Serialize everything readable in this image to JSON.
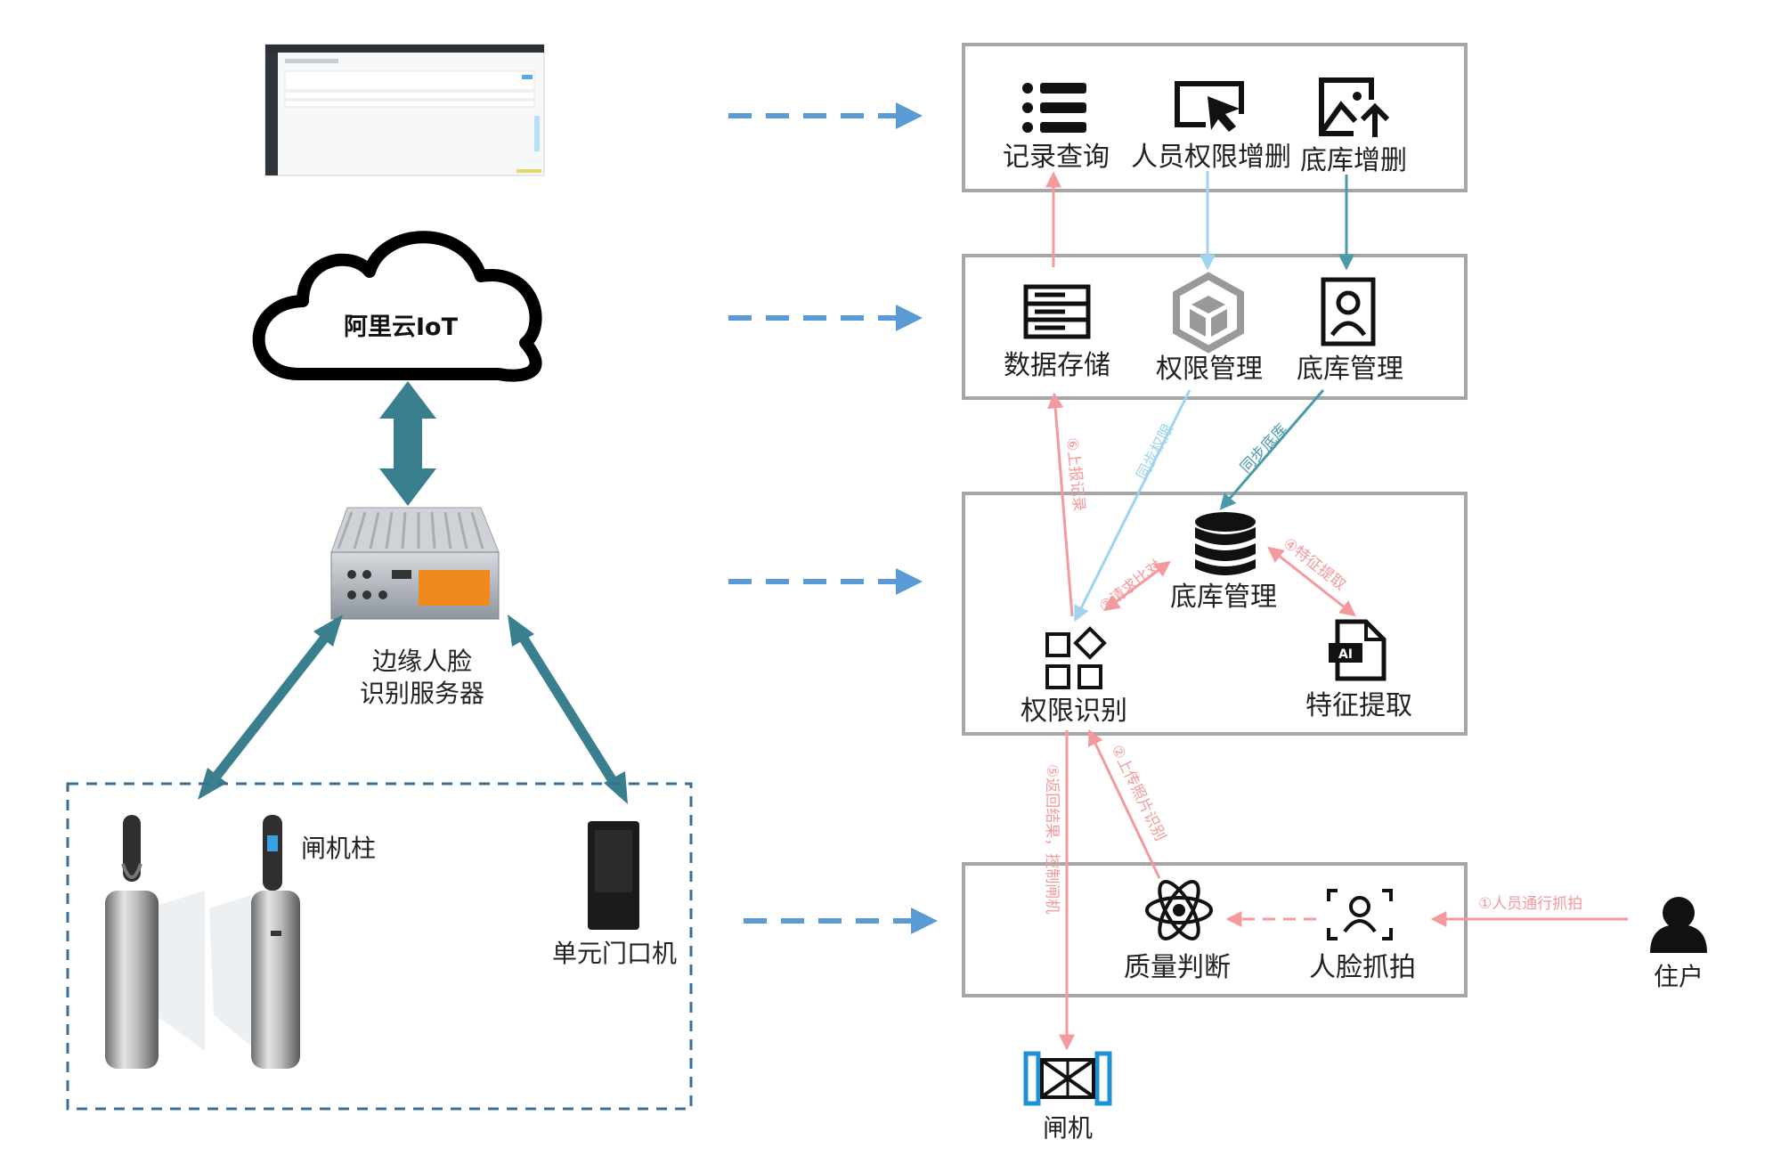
{
  "cloud": {
    "label": "阿里云IoT"
  },
  "edge_server": {
    "label_line1": "边缘人脸",
    "label_line2": "识别服务器"
  },
  "devices": {
    "gate_pillar": "闸机柱",
    "unit_door": "单元门口机"
  },
  "layers": {
    "app": {
      "items": [
        {
          "label": "记录查询",
          "icon": "list-icon"
        },
        {
          "label": "人员权限增删",
          "icon": "cursor-screen-icon"
        },
        {
          "label": "底库增删",
          "icon": "image-upload-icon"
        }
      ]
    },
    "cloud": {
      "items": [
        {
          "label": "数据存储",
          "icon": "server-stack-icon"
        },
        {
          "label": "权限管理",
          "icon": "cube-icon"
        },
        {
          "label": "底库管理",
          "icon": "id-card-icon"
        }
      ]
    },
    "edge": {
      "items": [
        {
          "label": "底库管理",
          "icon": "database-icon"
        },
        {
          "label": "权限识别",
          "icon": "grid-icon"
        },
        {
          "label": "特征提取",
          "icon": "ai-file-icon"
        }
      ]
    },
    "device": {
      "items": [
        {
          "label": "质量判断",
          "icon": "atom-icon"
        },
        {
          "label": "人脸抓拍",
          "icon": "face-scan-icon"
        }
      ]
    }
  },
  "flow_labels": {
    "upload_record": "⑥上报记录",
    "sync_permission": "同步权限",
    "sync_library": "同步底库",
    "request_compare": "③请求比对",
    "feature_extract": "④特征提取",
    "upload_photo": "②上传照片识别",
    "return_result": "⑤返回结果，控制闸机",
    "person_passing": "①人员通行抓拍"
  },
  "actors": {
    "resident": "住户",
    "gate": "闸机"
  },
  "colors": {
    "pink": "#f4999c",
    "lightblue": "#9fd4ee",
    "teal": "#4a9aaa",
    "dark_teal": "#3a7f8e",
    "dash_blue": "#5b9bd5"
  }
}
